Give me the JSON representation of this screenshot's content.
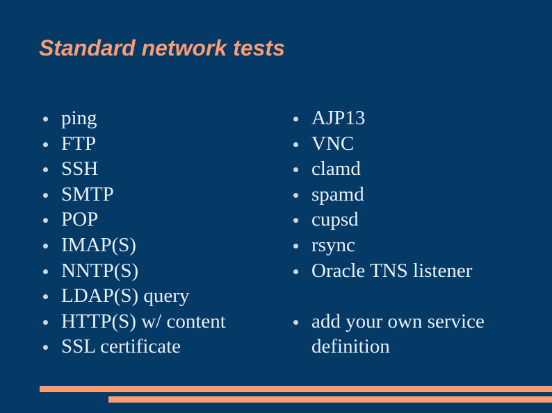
{
  "slide": {
    "title": "Standard network tests",
    "background_color": "#063a66",
    "accent_color": "#fa9c74",
    "text_color": "#e8f0f8",
    "bullet_color": "#cbd8e4"
  },
  "columns": {
    "left": {
      "items": [
        {
          "label": "ping"
        },
        {
          "label": "FTP"
        },
        {
          "label": "SSH"
        },
        {
          "label": "SMTP"
        },
        {
          "label": "POP"
        },
        {
          "label": "IMAP(S)"
        },
        {
          "label": "NNTP(S)"
        },
        {
          "label": "LDAP(S) query"
        },
        {
          "label": "HTTP(S) w/ content"
        },
        {
          "label": "SSL certificate"
        }
      ]
    },
    "right": {
      "items": [
        {
          "label": "AJP13"
        },
        {
          "label": "VNC"
        },
        {
          "label": "clamd"
        },
        {
          "label": "spamd"
        },
        {
          "label": "cupsd"
        },
        {
          "label": "rsync"
        },
        {
          "label": "Oracle TNS listener"
        },
        {
          "label": "add your own service definition"
        }
      ]
    }
  },
  "footer": {
    "bar_upper_color": "#fa9c74",
    "bar_lower_color": "#fa9c74"
  }
}
